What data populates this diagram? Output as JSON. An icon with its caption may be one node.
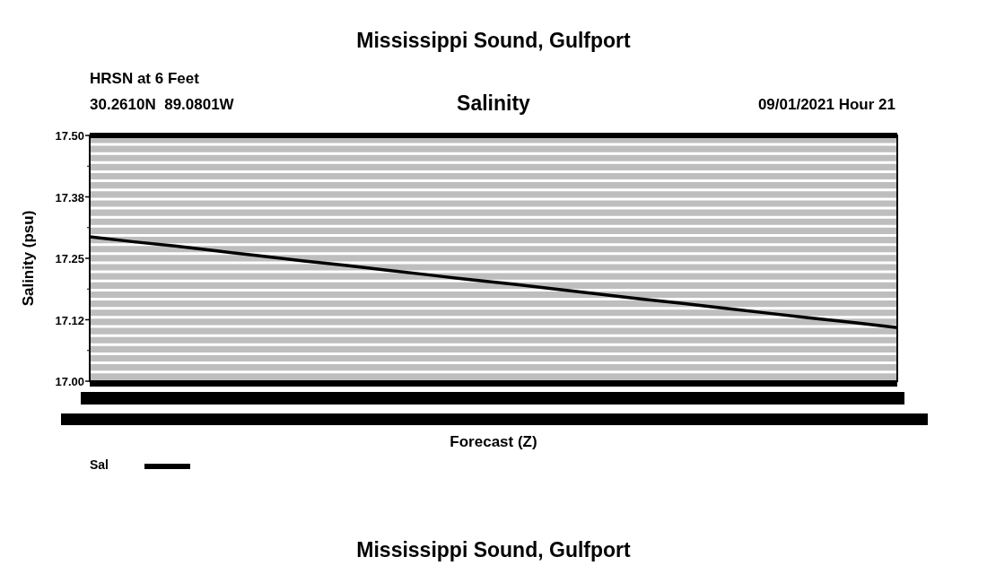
{
  "diagram": {
    "title": "Mississippi Sound, Gulfport",
    "caption": "Mississippi Sound, Gulfport",
    "labels": [
      "HRSN at 6 Feet",
      "30.2610N  89.0801W",
      "09/01/2021 Hour 21"
    ],
    "legend": [
      {
        "text": "Sal"
      }
    ],
    "chart_data": {
      "type": "line",
      "title": "Salinity",
      "xlabel": "Forecast (Z)",
      "ylabel": "Salinity (psu)",
      "ylim": [
        17.0,
        17.5
      ],
      "yticks": [
        {
          "value": 17.0,
          "label": "17.00"
        },
        {
          "value": 17.125,
          "label": "17.12"
        },
        {
          "value": 17.25,
          "label": "17.25"
        },
        {
          "value": 17.375,
          "label": "17.38"
        },
        {
          "value": 17.5,
          "label": "17.50"
        }
      ],
      "series": [
        {
          "color": "#000000",
          "values": [
            17.294,
            17.284,
            17.275,
            17.265,
            17.255,
            17.245,
            17.236,
            17.226,
            17.216,
            17.206,
            17.197,
            17.187,
            17.177,
            17.167,
            17.158,
            17.148,
            17.138,
            17.128,
            17.119,
            17.109
          ]
        }
      ]
    }
  }
}
